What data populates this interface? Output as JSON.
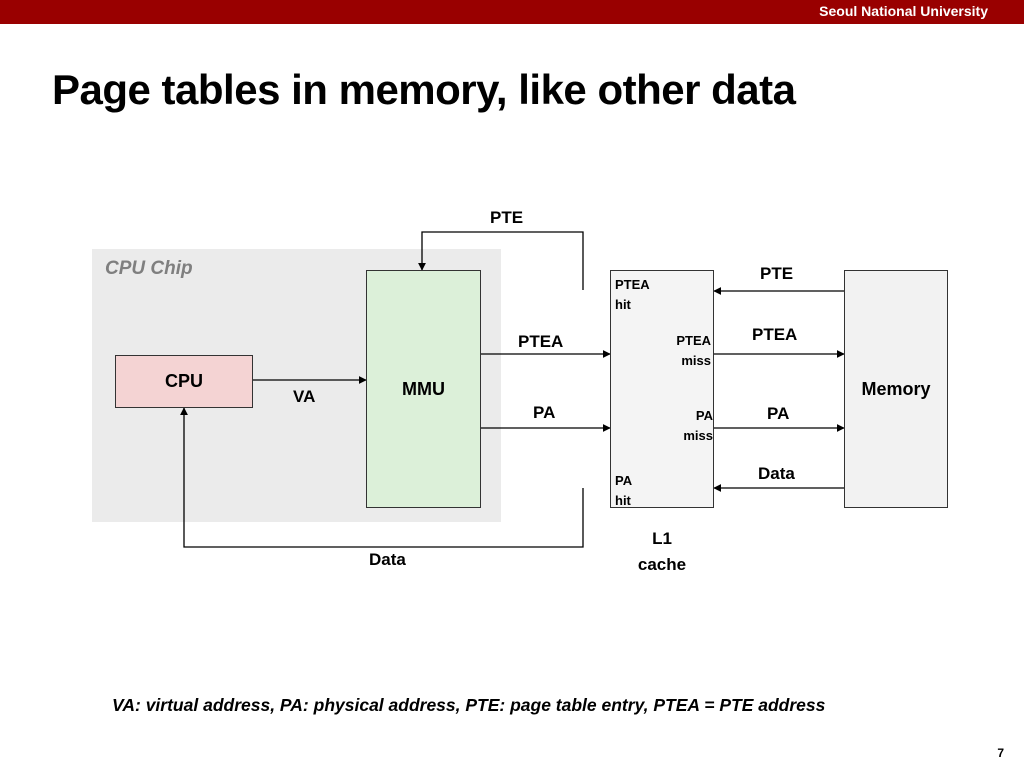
{
  "header": {
    "university": "Seoul National University"
  },
  "slide": {
    "title": "Page tables in memory, like other data",
    "page_number": "7",
    "footnote": "VA: virtual address, PA: physical address, PTE: page table entry, PTEA = PTE address"
  },
  "diagram": {
    "chip_label": "CPU Chip",
    "boxes": {
      "cpu": "CPU",
      "mmu": "MMU",
      "memory": "Memory"
    },
    "cache_label_line1": "L1",
    "cache_label_line2": "cache",
    "arrows": {
      "pte_top": "PTE",
      "va": "VA",
      "ptea_mmu_cache": "PTEA",
      "pa_mmu_cache": "PA",
      "data_bottom": "Data",
      "pte_memory": "PTE",
      "ptea_memory": "PTEA",
      "pa_memory": "PA",
      "data_memory": "Data"
    },
    "cache_notes": {
      "ptea_hit_1": "PTEA",
      "ptea_hit_2": "hit",
      "ptea_miss_1": "PTEA",
      "ptea_miss_2": "miss",
      "pa_miss_1": "PA",
      "pa_miss_2": "miss",
      "pa_hit_1": "PA",
      "pa_hit_2": "hit"
    }
  }
}
